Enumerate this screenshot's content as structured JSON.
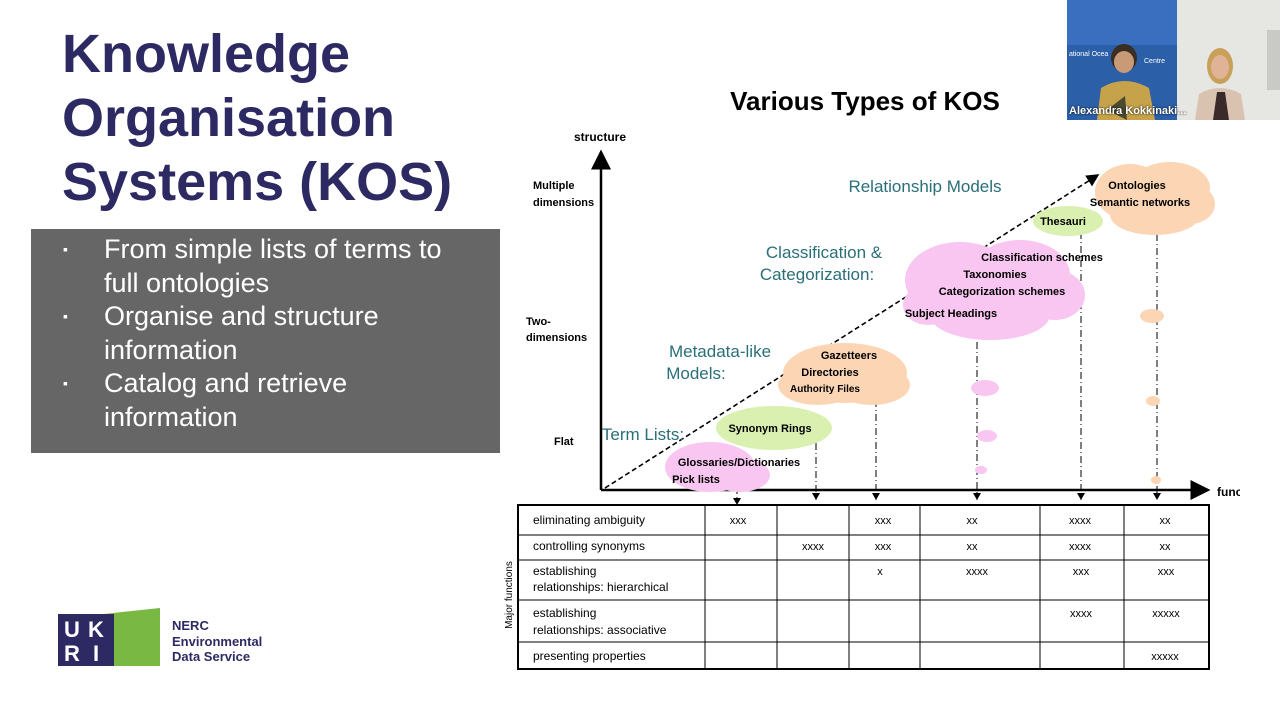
{
  "slide": {
    "title_lines": [
      "Knowledge",
      "Organisation",
      "Systems (KOS)"
    ],
    "bullets": [
      {
        "lines": [
          "From simple lists of terms to",
          "full ontologies"
        ]
      },
      {
        "lines": [
          "Organise and structure",
          "information"
        ]
      },
      {
        "lines": [
          "Catalog and retrieve",
          "information"
        ]
      }
    ],
    "bullet_marker": "▪"
  },
  "logo": {
    "ukri_letters": [
      "U",
      "K",
      "R",
      "I"
    ],
    "org_lines": [
      "NERC",
      "Environmental",
      "Data Service"
    ],
    "colors": {
      "navy": "#2d2a63",
      "green": "#78b843"
    }
  },
  "diagram": {
    "title": "Various Types of KOS",
    "y_axis_label": "structure",
    "x_axis_label": "function",
    "y_levels": [
      {
        "lines": [
          "Multiple",
          "dimensions"
        ]
      },
      {
        "lines": [
          "Two-",
          "dimensions"
        ]
      },
      {
        "lines": [
          "Flat"
        ]
      }
    ],
    "categories": [
      {
        "lines": [
          "Relationship Models"
        ]
      },
      {
        "lines": [
          "Classification &",
          "Categorization:"
        ]
      },
      {
        "lines": [
          "Metadata-like",
          "Models:"
        ]
      },
      {
        "lines": [
          "Term Lists:"
        ]
      }
    ],
    "clouds": [
      {
        "lines": [
          "Ontologies",
          "Semantic networks"
        ],
        "color": "#fcd5b4"
      },
      {
        "lines": [
          "Thesauri"
        ],
        "color": "#d9f0b0"
      },
      {
        "lines": [
          "Classification schemes",
          "Taxonomies",
          "Categorization schemes",
          "Subject Headings"
        ],
        "color": "#f8c6f0"
      },
      {
        "lines": [
          "Gazetteers",
          "Directories",
          "Authority Files"
        ],
        "color": "#fcd5b4"
      },
      {
        "lines": [
          "Synonym Rings"
        ],
        "color": "#d9f0b0"
      },
      {
        "lines": [
          "Glossaries/Dictionaries",
          "Pick lists"
        ],
        "color": "#f8c6f0"
      }
    ],
    "table": {
      "side_label": "Major functions",
      "rows": [
        {
          "label": [
            "eliminating ambiguity"
          ],
          "cells": [
            "xxx",
            "",
            "xxx",
            "xx",
            "xxxx",
            "xx"
          ]
        },
        {
          "label": [
            "controlling synonyms"
          ],
          "cells": [
            "",
            "xxxx",
            "xxx",
            "xx",
            "xxxx",
            "xx"
          ]
        },
        {
          "label": [
            "establishing",
            "relationships: hierarchical"
          ],
          "cells": [
            "",
            "",
            "x",
            "xxxx",
            "xxx",
            "xxx"
          ]
        },
        {
          "label": [
            "establishing",
            "relationships: associative"
          ],
          "cells": [
            "",
            "",
            "",
            "",
            "xxxx",
            "xxxxx"
          ]
        },
        {
          "label": [
            "presenting properties"
          ],
          "cells": [
            "",
            "",
            "",
            "",
            "",
            "xxxxx"
          ]
        }
      ]
    }
  },
  "webcam": {
    "participant_name": "Alexandra Kokkinaki...",
    "background_text": [
      "ational Ocea",
      "Centre"
    ]
  }
}
